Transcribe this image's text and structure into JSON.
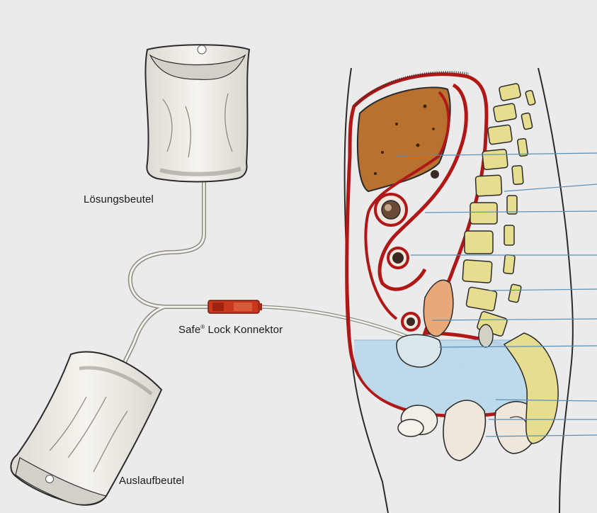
{
  "labels": {
    "solution_bag": "Lösungsbeutel",
    "connector_brand": "Safe",
    "connector_reg": "®",
    "connector_name": "Lock Konnektor",
    "drain_bag": "Auslaufbeutel"
  },
  "colors": {
    "background": "#ebebeb",
    "bag_fill": "#f3f1ea",
    "line": "#2b2b2b",
    "tissue_red": "#b01818",
    "liver": "#b8712f",
    "peritoneal_fluid": "#b9d9ea",
    "spine_bone": "#e6dd8f",
    "soft_tissue": "#e9a87a",
    "connector_red": "#c8381e",
    "leader_line": "#5a8fb6"
  },
  "icons": {
    "solution_bag": "iv-bag-icon",
    "drain_bag": "drain-bag-icon",
    "connector": "connector-icon"
  }
}
